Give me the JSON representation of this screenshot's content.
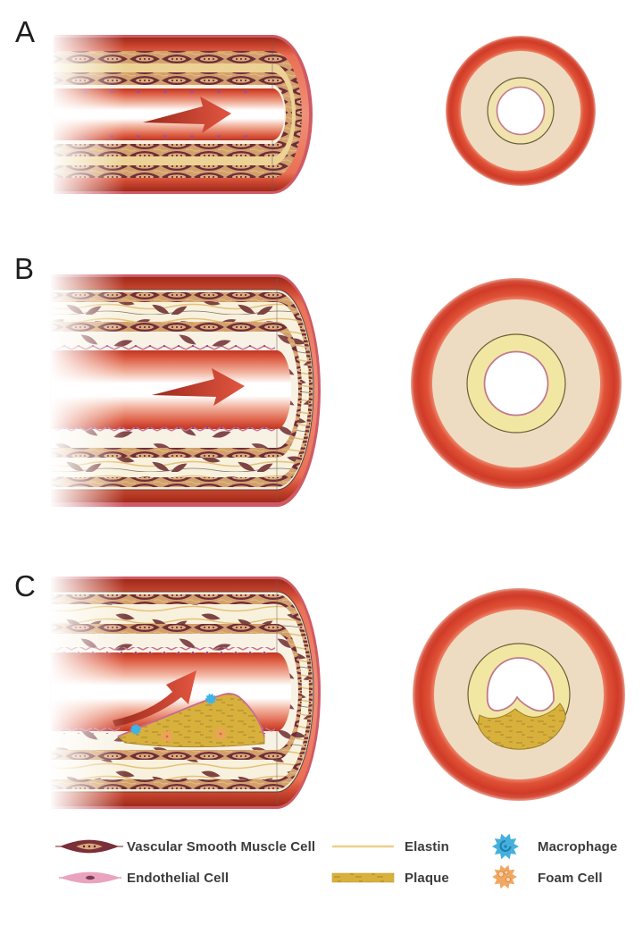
{
  "panels": {
    "a": {
      "label": "A"
    },
    "b": {
      "label": "B"
    },
    "c": {
      "label": "C"
    }
  },
  "legend": {
    "items": [
      {
        "name": "vascular-smooth-muscle-cell",
        "label": "Vascular Smooth Muscle Cell"
      },
      {
        "name": "endothelial-cell",
        "label": "Endothelial Cell"
      },
      {
        "name": "elastin",
        "label": "Elastin"
      },
      {
        "name": "plaque",
        "label": "Plaque"
      },
      {
        "name": "macrophage",
        "label": "Macrophage"
      },
      {
        "name": "foam-cell",
        "label": "Foam Cell"
      }
    ]
  },
  "colors": {
    "artery_red": "#d03b27",
    "adventitia_tan": "#eedcc2",
    "media_yellow": "#f0e6a6",
    "plaque_gold": "#d8b13d",
    "macrophage_blue": "#45b0dc",
    "foam_cell_orange": "#f2a761",
    "endothelium_pink": "#c76f97",
    "smc_maroon": "#702c38",
    "flow_arrow_red": "#d04a32"
  }
}
